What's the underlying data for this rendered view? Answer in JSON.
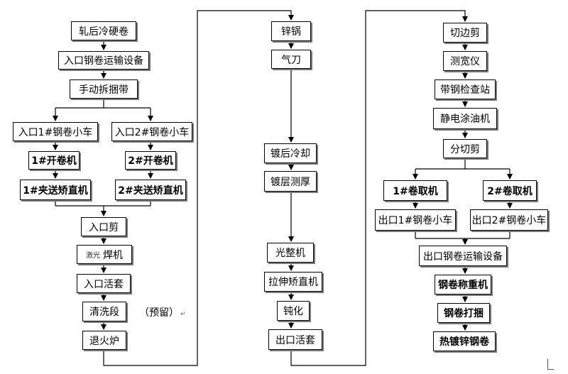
{
  "diagram": {
    "columns": [
      {
        "steps": [
          {
            "id": "c1_1",
            "label": "轧后冷硬卷"
          },
          {
            "id": "c1_2",
            "label": "入口钢卷运输设备"
          },
          {
            "id": "c1_3",
            "label": "手动拆捆带"
          },
          {
            "id": "c1_4a",
            "label": "入口1#钢卷小车"
          },
          {
            "id": "c1_4b",
            "label": "入口2#钢卷小车"
          },
          {
            "id": "c1_5a",
            "label": "1#开卷机"
          },
          {
            "id": "c1_5b",
            "label": "2#开卷机"
          },
          {
            "id": "c1_6a",
            "label": "1#夹送矫直机"
          },
          {
            "id": "c1_6b",
            "label": "2#夹送矫直机"
          },
          {
            "id": "c1_7",
            "label": "入口剪"
          },
          {
            "id": "c1_8",
            "prefix": "激光",
            "label": "焊机"
          },
          {
            "id": "c1_9",
            "label": "入口活套"
          },
          {
            "id": "c1_10",
            "label": "清洗段"
          },
          {
            "id": "c1_11",
            "label": "退火炉"
          }
        ],
        "note": "（预留）",
        "note_mark": "↵"
      },
      {
        "steps": [
          {
            "id": "c2_1",
            "label": "锌锅"
          },
          {
            "id": "c2_2",
            "label": "气刀"
          },
          {
            "id": "c2_3",
            "label": "镀后冷却"
          },
          {
            "id": "c2_4",
            "label": "镀层测厚"
          },
          {
            "id": "c2_5",
            "label": "光整机"
          },
          {
            "id": "c2_6",
            "label": "拉伸矫直机"
          },
          {
            "id": "c2_7",
            "label": "钝化"
          },
          {
            "id": "c2_8",
            "label": "出口活套"
          }
        ]
      },
      {
        "steps": [
          {
            "id": "c3_1",
            "label": "切边剪"
          },
          {
            "id": "c3_2",
            "label": "测宽仪"
          },
          {
            "id": "c3_3",
            "label": "带钢检查站"
          },
          {
            "id": "c3_4",
            "label": "静电涂油机"
          },
          {
            "id": "c3_5",
            "label": "分切剪"
          },
          {
            "id": "c3_6a",
            "label": "1#卷取机"
          },
          {
            "id": "c3_6b",
            "label": "2#卷取机"
          },
          {
            "id": "c3_7a",
            "label": "出口1#钢卷小车"
          },
          {
            "id": "c3_7b",
            "label": "出口2#钢卷小车"
          },
          {
            "id": "c3_8",
            "label": "出口钢卷运输设备"
          },
          {
            "id": "c3_9",
            "label": "钢卷称重机"
          },
          {
            "id": "c3_10",
            "label": "钢卷打捆"
          },
          {
            "id": "c3_11",
            "label": "热镀锌钢卷"
          }
        ]
      }
    ]
  }
}
